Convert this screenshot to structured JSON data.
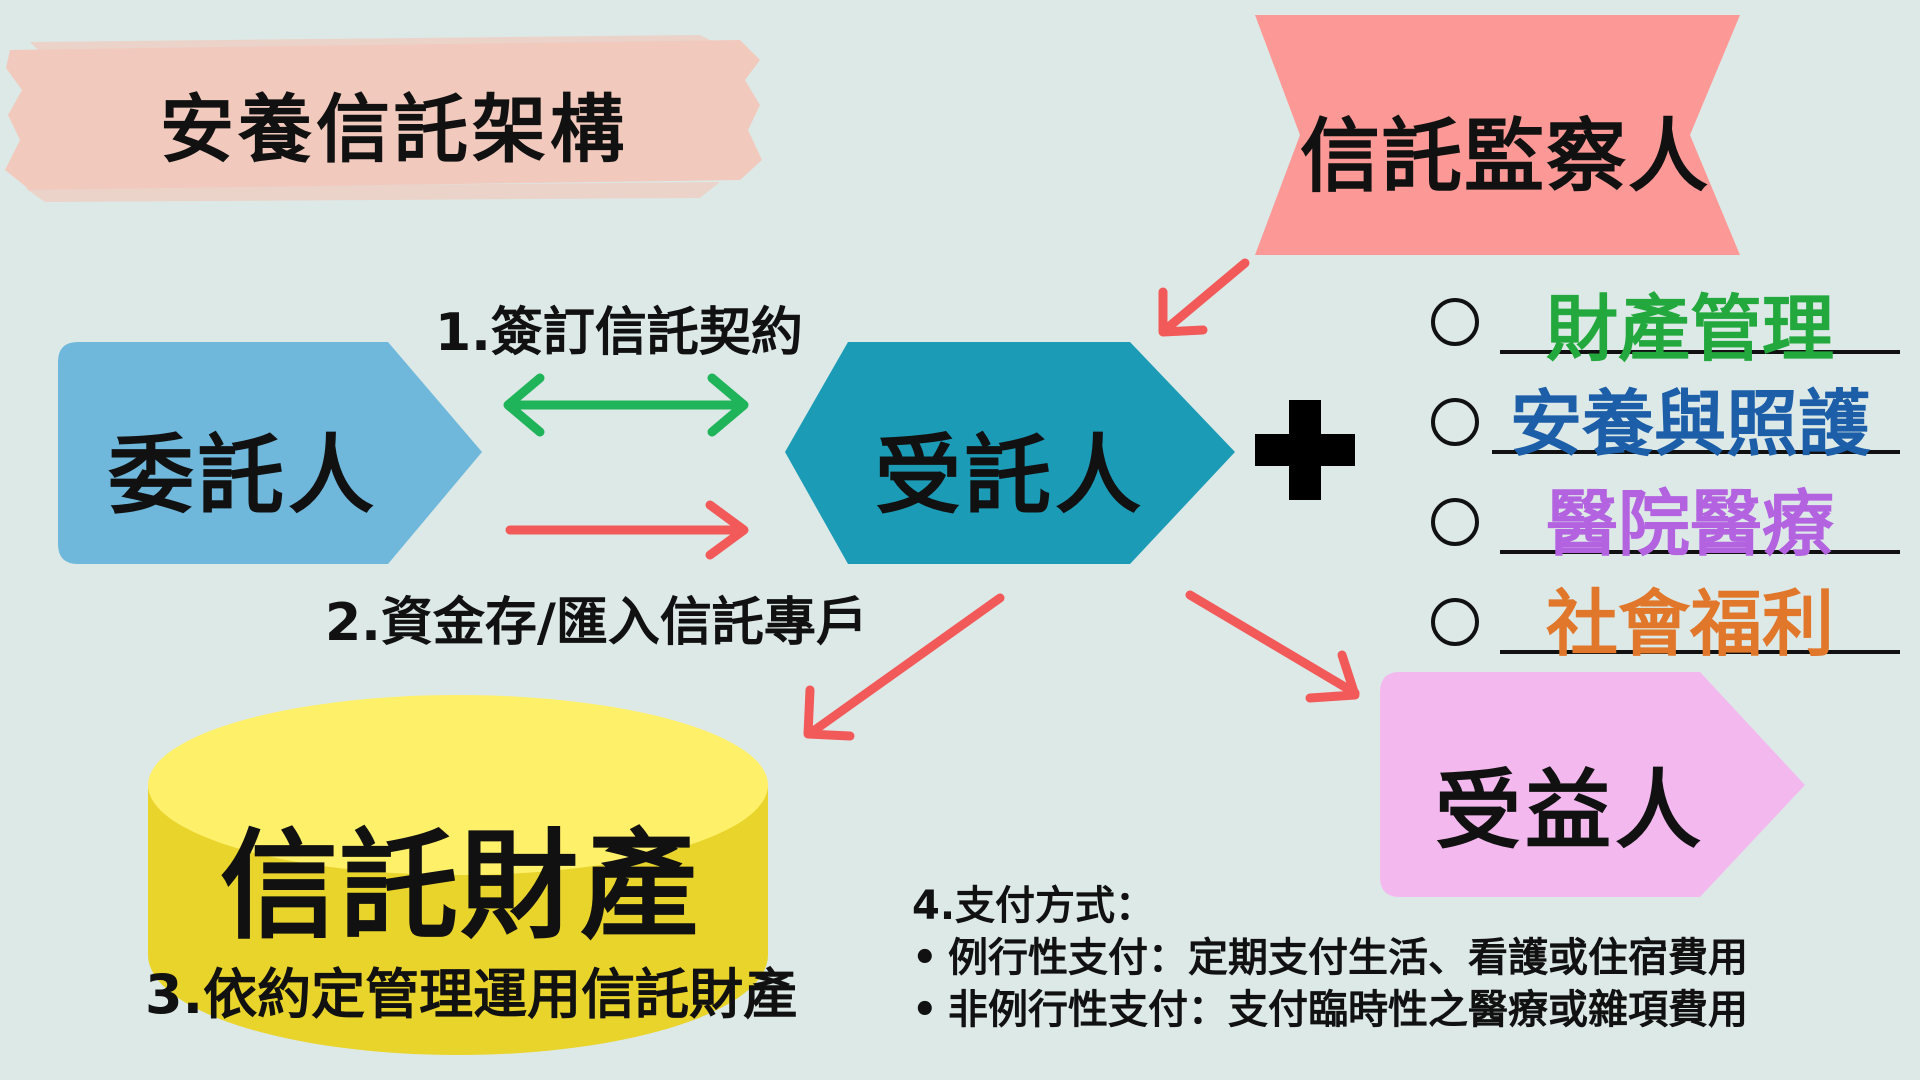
{
  "title": "安養信託架構",
  "nodes": {
    "settlor": "委託人",
    "trustee": "受託人",
    "beneficiary": "受益人",
    "supervisor": "信託監察人",
    "trust_property": "信託財產"
  },
  "steps": {
    "step1": "1.簽訂信託契約",
    "step2": "2.資金存/匯入信託專戶",
    "step3": "3.依約定管理運用信託財產"
  },
  "services": [
    {
      "label": "財產管理",
      "color": "#22a83c"
    },
    {
      "label": "安養與照護",
      "color": "#1c5ea8"
    },
    {
      "label": "醫院醫療",
      "color": "#b463e0"
    },
    {
      "label": "社會福利",
      "color": "#e0772a"
    }
  ],
  "payment": {
    "heading": "4.支付方式：",
    "items": [
      "例行性支付：定期支付生活、看護或住宿費用",
      "非例行性支付：支付臨時性之醫療或雜項費用"
    ]
  },
  "colors": {
    "background": "#dde9e7",
    "settlor": "#6fb8dc",
    "trustee": "#1c9bb6",
    "beneficiary": "#f3b9ef",
    "supervisor": "#fc9996",
    "property_top": "#fff06a",
    "property_side": "#e9d42c",
    "arrow_red": "#f25a5a",
    "arrow_green": "#1fb45a",
    "title_brush": "#f1c9bd"
  },
  "icons": {
    "plus": "plus-icon",
    "checkbox": "circle-icon"
  }
}
